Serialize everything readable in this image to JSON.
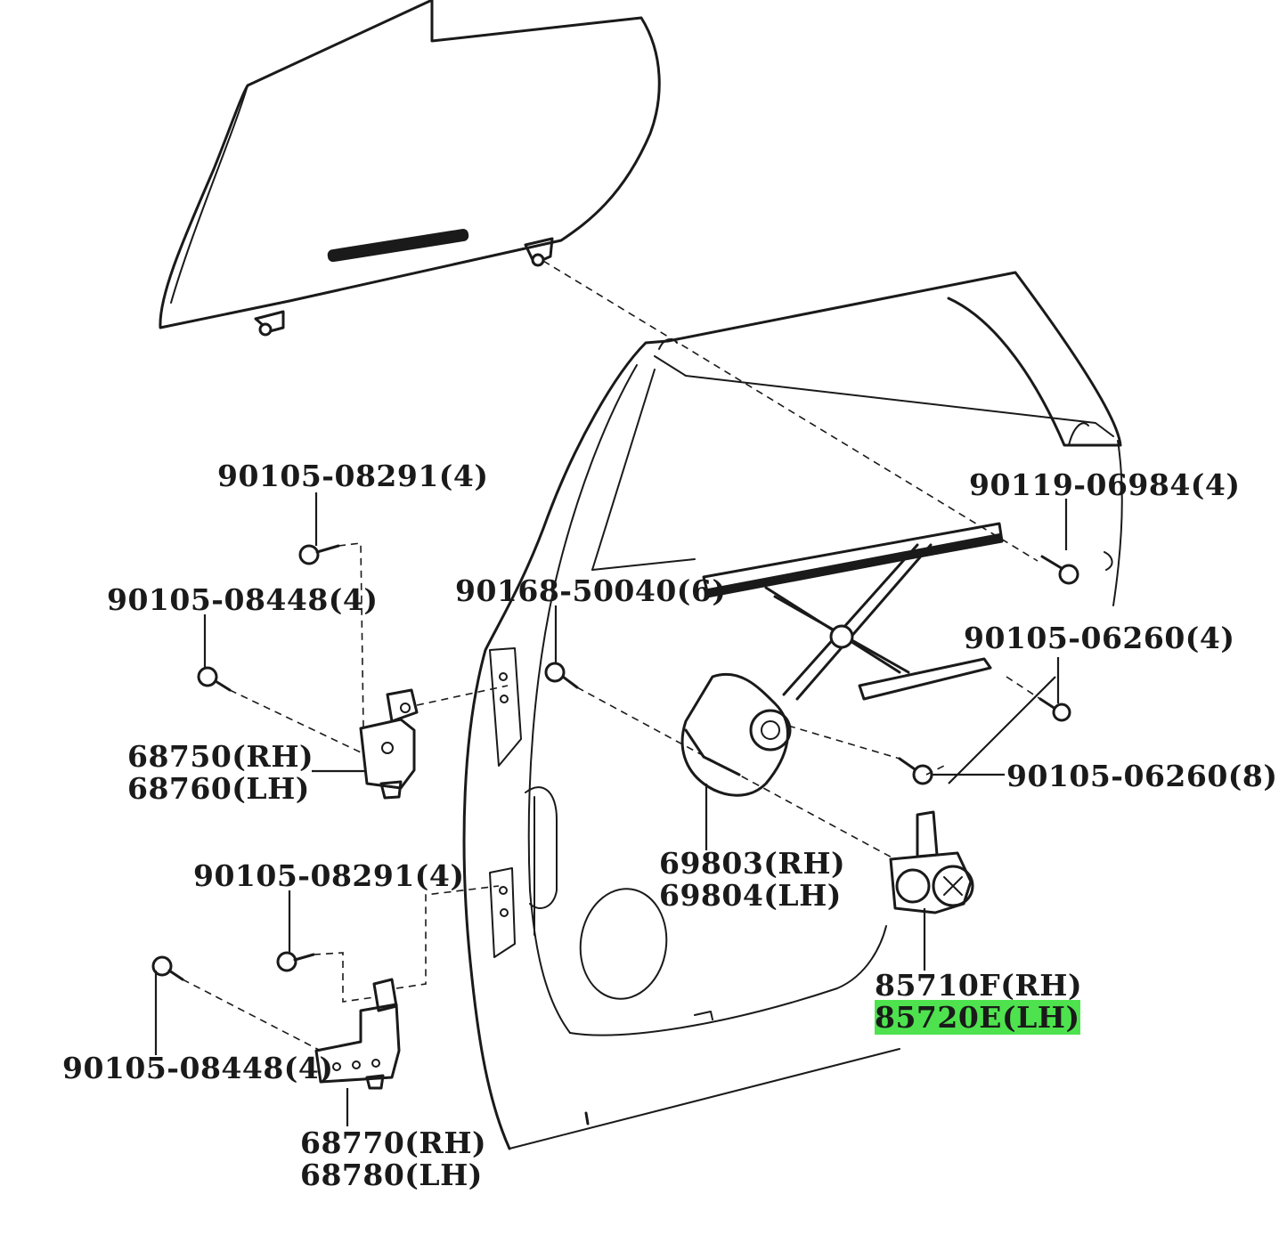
{
  "colors": {
    "line": "#1a1a1a",
    "highlight": "#4ee34e",
    "background": "#ffffff"
  },
  "callouts": [
    {
      "id": "glass-bolt",
      "lines": [
        "90119-06984(4)"
      ],
      "highlight": false
    },
    {
      "id": "hinge-upper-bolt-a",
      "lines": [
        "90105-08291(4)"
      ],
      "highlight": false
    },
    {
      "id": "hinge-upper-bolt-b",
      "lines": [
        "90105-08448(4)"
      ],
      "highlight": false
    },
    {
      "id": "regulator-bolt",
      "lines": [
        "90168-50040(6)"
      ],
      "highlight": false
    },
    {
      "id": "regulator-rail-bolt",
      "lines": [
        "90105-06260(4)"
      ],
      "highlight": false
    },
    {
      "id": "regulator-bolt-b",
      "lines": [
        "90105-06260(8)"
      ],
      "highlight": false
    },
    {
      "id": "upper-hinge",
      "lines": [
        "68750(RH)",
        "68760(LH)"
      ],
      "highlight": false
    },
    {
      "id": "hinge-lower-bolt-a",
      "lines": [
        "90105-08291(4)"
      ],
      "highlight": false
    },
    {
      "id": "regulator",
      "lines": [
        "69803(RH)",
        "69804(LH)"
      ],
      "highlight": false
    },
    {
      "id": "hinge-lower-bolt-b",
      "lines": [
        "90105-08448(4)"
      ],
      "highlight": false
    },
    {
      "id": "window-motor",
      "lines": [
        "85710F(RH)",
        "85720E(LH)"
      ],
      "highlight": true
    },
    {
      "id": "lower-hinge",
      "lines": [
        "68770(RH)",
        "68780(LH)"
      ],
      "highlight": false
    }
  ]
}
